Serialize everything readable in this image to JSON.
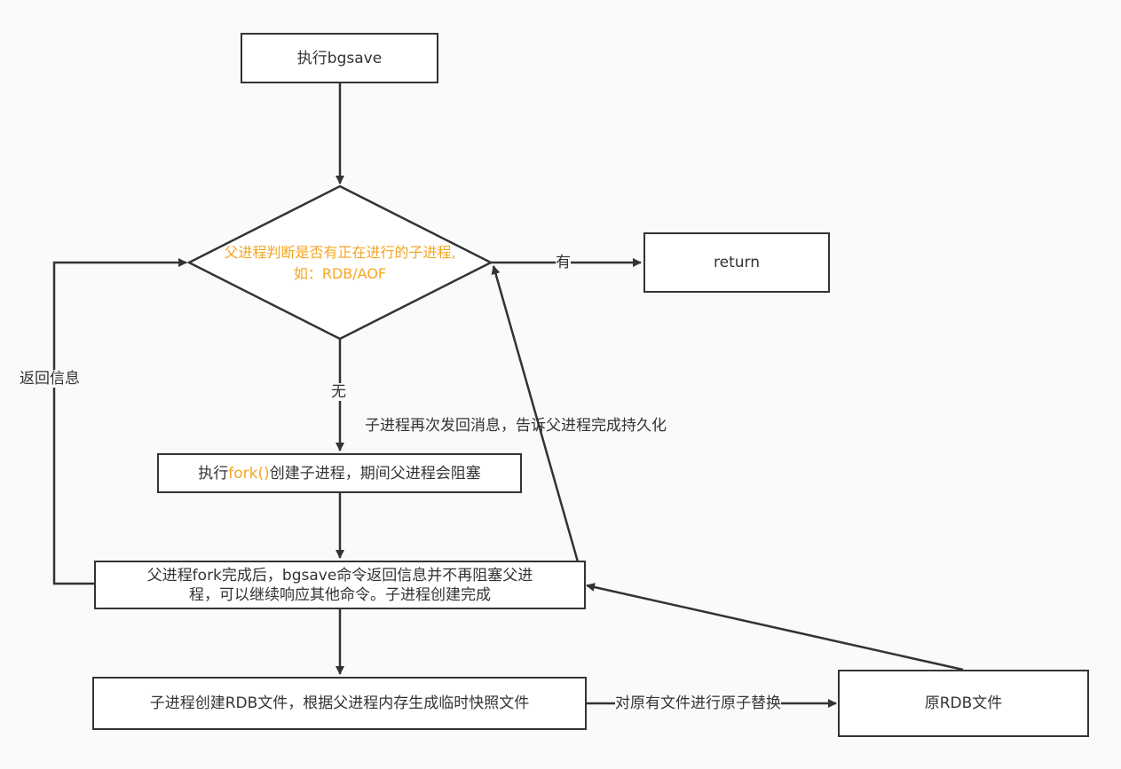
{
  "nodes": {
    "bgsave": "执行bgsave",
    "decision_line1": "父进程判断是否有正在进行的子进程,",
    "decision_line2": "如：RDB/AOF",
    "return": "return",
    "fork_prefix": "执行",
    "fork_highlight": "fork()",
    "fork_suffix": "创建子进程，期间父进程会阻塞",
    "fork_done_line1": "父进程fork完成后，bgsave命令返回信息并不再阻塞父进",
    "fork_done_line2": "程，可以继续响应其他命令。子进程创建完成",
    "create_rdb": "子进程创建RDB文件，根据父进程内存生成临时快照文件",
    "orig_rdb": "原RDB文件"
  },
  "edges": {
    "yes": "有",
    "no": "无",
    "return_info": "返回信息",
    "child_notify": "子进程再次发回消息，告诉父进程完成持久化",
    "replace": "对原有文件进行原子替换"
  },
  "colors": {
    "stroke": "#333333",
    "highlight": "#f5a623",
    "background": "#fafafa"
  }
}
